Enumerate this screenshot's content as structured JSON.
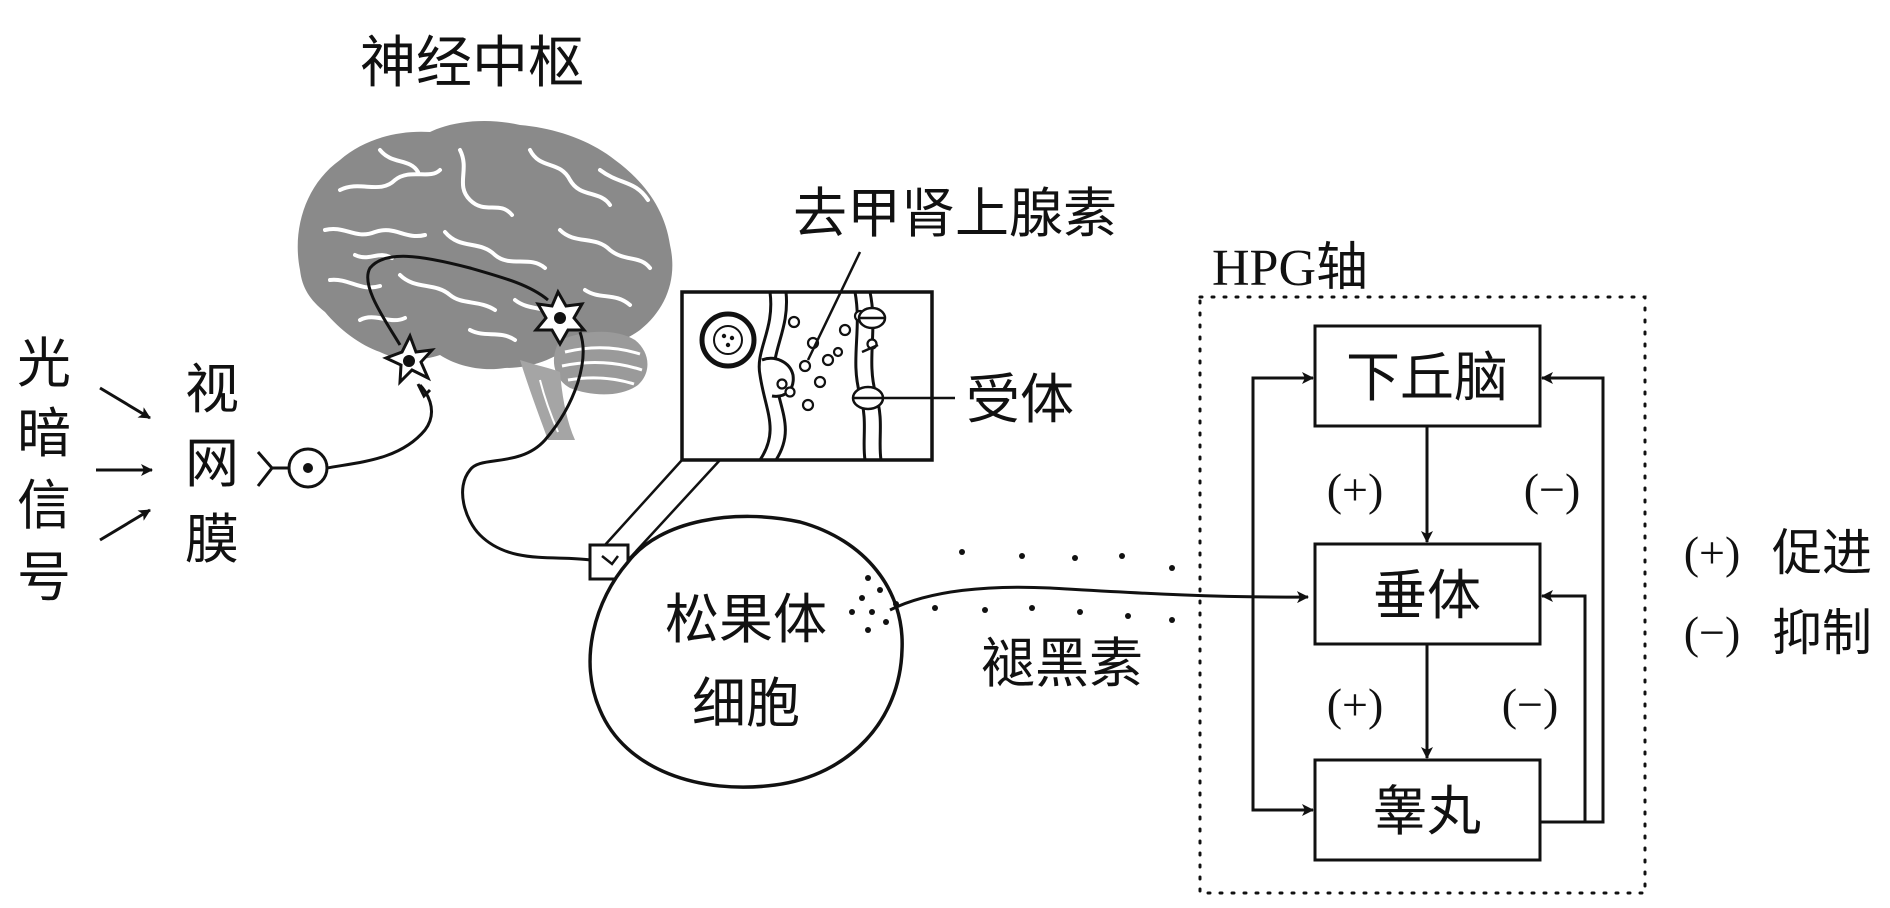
{
  "labels": {
    "light_signal": [
      "光",
      "暗",
      "信",
      "号"
    ],
    "retina": [
      "视",
      "网",
      "膜"
    ],
    "nerve_center": "神经中枢",
    "norepinephrine": "去甲肾上腺素",
    "receptor": "受体",
    "pineal_cell_line1": "松果体",
    "pineal_cell_line2": "细胞",
    "melatonin": "褪黑素",
    "hpg_axis": "HPG轴"
  },
  "hpg": {
    "hypothalamus": "下丘脑",
    "pituitary": "垂体",
    "testis": "睾丸",
    "promote_sign": "(+)",
    "inhibit_sign": "(−)"
  },
  "legend": {
    "promote_sign": "(+)",
    "promote_text": "促进",
    "inhibit_sign": "(−)",
    "inhibit_text": "抑制"
  },
  "colors": {
    "line": "#111111",
    "brain": "#8a8a8a",
    "brain_folds": "#ffffff",
    "cerebellum": "#9a9a9a"
  }
}
